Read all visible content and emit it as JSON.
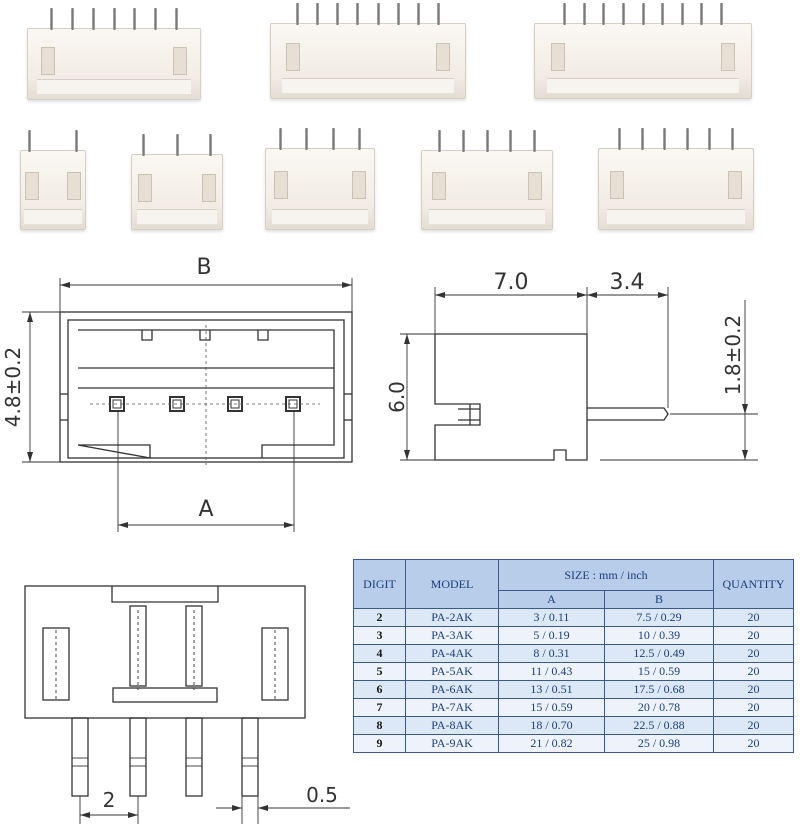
{
  "photos": [
    {
      "label": "connector-7pin",
      "pins": 7
    },
    {
      "label": "connector-8pin",
      "pins": 8
    },
    {
      "label": "connector-9pin",
      "pins": 9
    },
    {
      "label": "connector-2pin",
      "pins": 2
    },
    {
      "label": "connector-3pin",
      "pins": 3
    },
    {
      "label": "connector-4pin",
      "pins": 4
    },
    {
      "label": "connector-5pin",
      "pins": 5
    },
    {
      "label": "connector-6pin",
      "pins": 6
    }
  ],
  "front_view": {
    "dim_b": "B",
    "dim_height": "4.8±0.2",
    "dim_a": "A"
  },
  "side_view": {
    "dim_body_length": "7.0",
    "dim_pin_length": "3.4",
    "dim_height": "6.0",
    "dim_pin_offset": "1.8±0.2"
  },
  "bottom_view": {
    "dim_pitch": "2",
    "dim_pin_width": "0.5"
  },
  "table": {
    "col_digit": "DIGIT",
    "col_model": "MODEL",
    "col_size": "SIZE : mm / inch",
    "col_a": "A",
    "col_b": "B",
    "col_quantity": "QUANTITY",
    "rows": [
      {
        "digit": "2",
        "model": "PA-2AK",
        "a": "3 / 0.11",
        "b": "7.5 / 0.29",
        "quantity": "20"
      },
      {
        "digit": "3",
        "model": "PA-3AK",
        "a": "5 / 0.19",
        "b": "10 / 0.39",
        "quantity": "20"
      },
      {
        "digit": "4",
        "model": "PA-4AK",
        "a": "8 / 0.31",
        "b": "12.5 / 0.49",
        "quantity": "20"
      },
      {
        "digit": "5",
        "model": "PA-5AK",
        "a": "11 / 0.43",
        "b": "15 / 0.59",
        "quantity": "20"
      },
      {
        "digit": "6",
        "model": "PA-6AK",
        "a": "13 / 0.51",
        "b": "17.5 / 0.68",
        "quantity": "20"
      },
      {
        "digit": "7",
        "model": "PA-7AK",
        "a": "15 / 0.59",
        "b": "20 / 0.78",
        "quantity": "20"
      },
      {
        "digit": "8",
        "model": "PA-8AK",
        "a": "18 / 0.70",
        "b": "22.5 / 0.88",
        "quantity": "20"
      },
      {
        "digit": "9",
        "model": "PA-9AK",
        "a": "21 / 0.82",
        "b": "25 / 0.98",
        "quantity": "20"
      }
    ]
  },
  "colors": {
    "line": "#333333",
    "table_header": "#b7cdea",
    "table_row": "#dde8f6",
    "table_text": "#1a3f7a"
  }
}
